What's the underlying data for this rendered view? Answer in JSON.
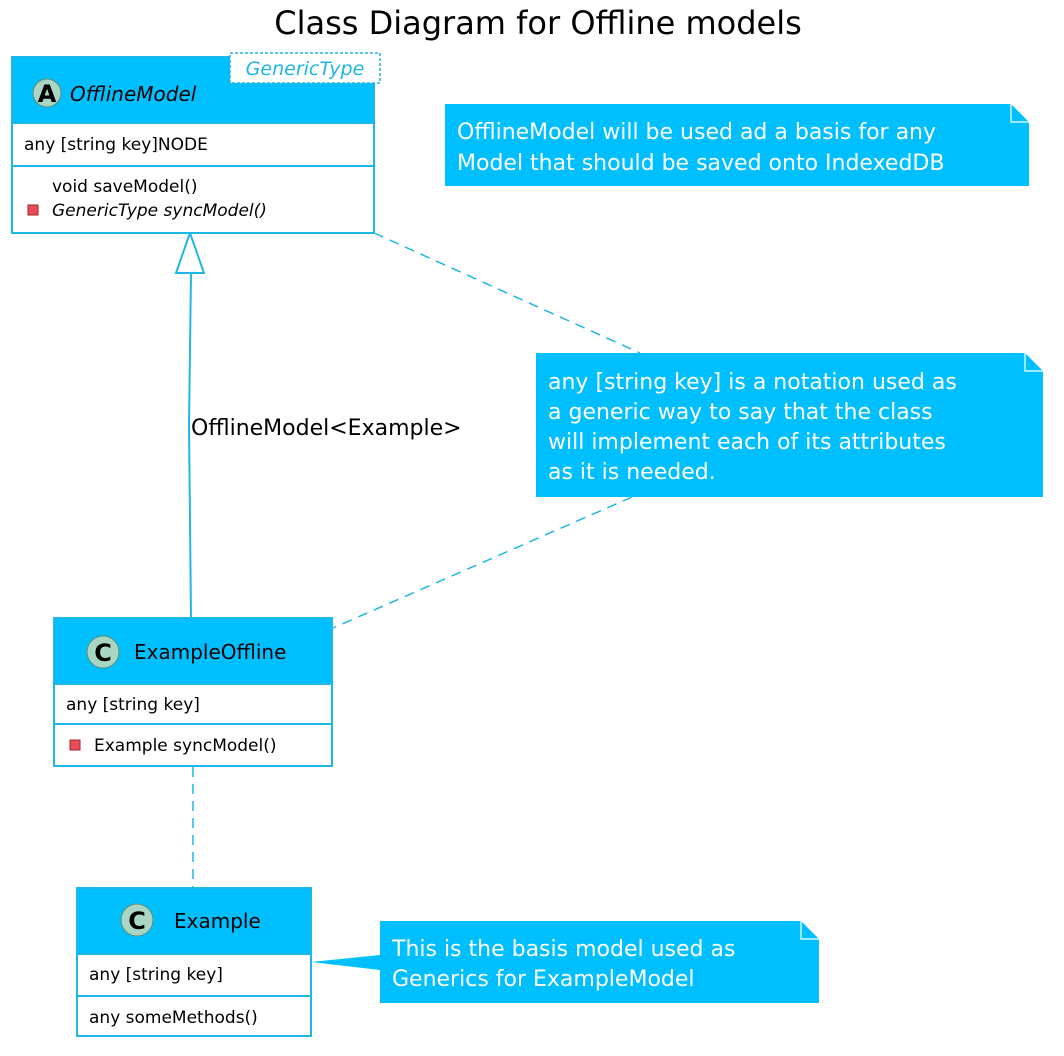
{
  "title": "Class Diagram for Offline models",
  "colors": {
    "header": "#00BFFF",
    "border": "#1FB6E8",
    "note": "#00BFFF",
    "icon_circle": "#A9D6C2",
    "private_marker": "#E94B57"
  },
  "classes": {
    "offline_model": {
      "stereotype_letter": "A",
      "name": "OfflineModel",
      "generic": "GenericType",
      "attributes": [
        "any [string key]NODE"
      ],
      "methods": [
        "void saveModel()",
        "GenericType syncModel()"
      ]
    },
    "example_offline": {
      "stereotype_letter": "C",
      "name": "ExampleOffline",
      "attributes": [
        "any [string key]"
      ],
      "methods": [
        "Example syncModel()"
      ]
    },
    "example": {
      "stereotype_letter": "C",
      "name": "Example",
      "attributes": [
        "any [string key]"
      ],
      "methods": [
        "any someMethods()"
      ]
    }
  },
  "edges": {
    "inheritance_label": "OfflineModel<Example>"
  },
  "notes": {
    "offline_note": [
      "OfflineModel will be used ad a basis for any",
      "Model that should be saved onto IndexedDB"
    ],
    "string_key_note": [
      "any [string key] is a notation used as",
      "a generic way to say that the class",
      "will implement each of its attributes",
      "as it is needed."
    ],
    "example_note": [
      "This is the basis model used as",
      "Generics for ExampleModel"
    ]
  }
}
